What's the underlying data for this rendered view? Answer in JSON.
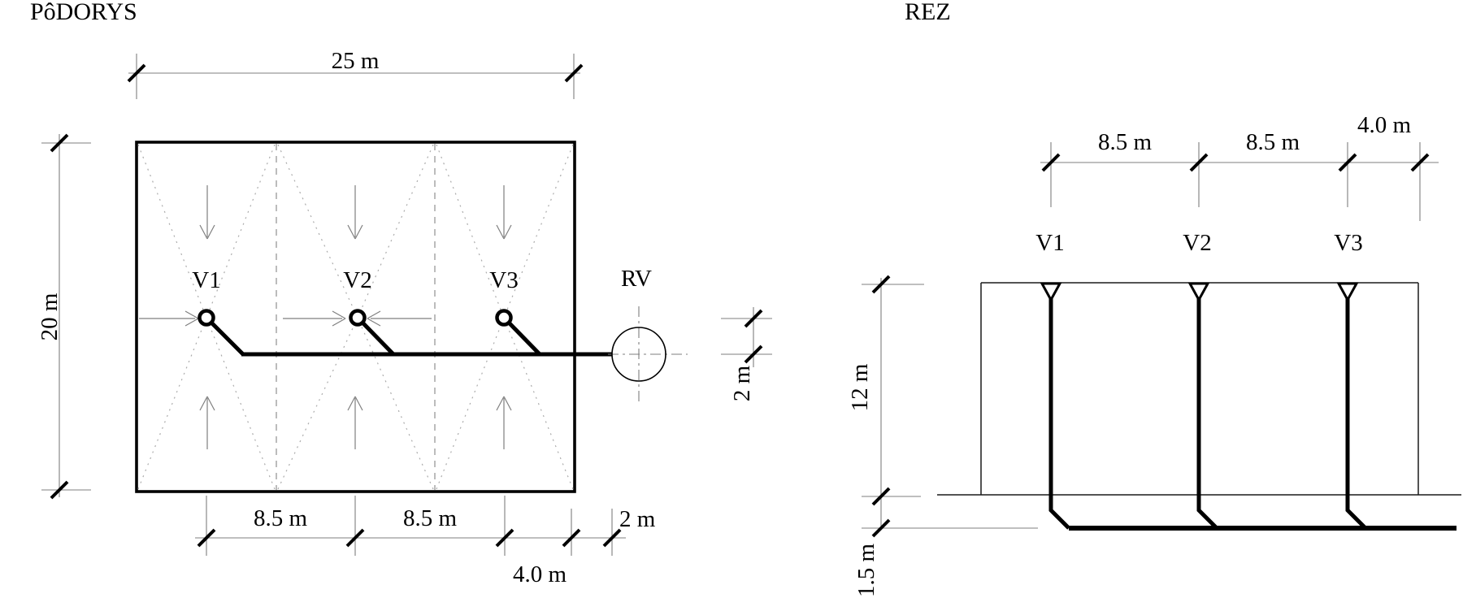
{
  "plan": {
    "title": "PôDORYS",
    "drain_labels": [
      "V1",
      "V2",
      "V3"
    ],
    "shaft_label": "RV",
    "dim_width": "25 m",
    "dim_height": "20 m",
    "dim_bottom_1": "8.5 m",
    "dim_bottom_2": "8.5 m",
    "dim_bottom_3": "4.0 m",
    "dim_bottom_4": "2 m",
    "dim_offset": "2 m"
  },
  "section": {
    "title": "REZ",
    "drain_labels": [
      "V1",
      "V2",
      "V3"
    ],
    "dim_top_1": "8.5 m",
    "dim_top_2": "8.5 m",
    "dim_top_3": "4.0 m",
    "dim_height": "12 m",
    "dim_depth": "1.5 m"
  }
}
